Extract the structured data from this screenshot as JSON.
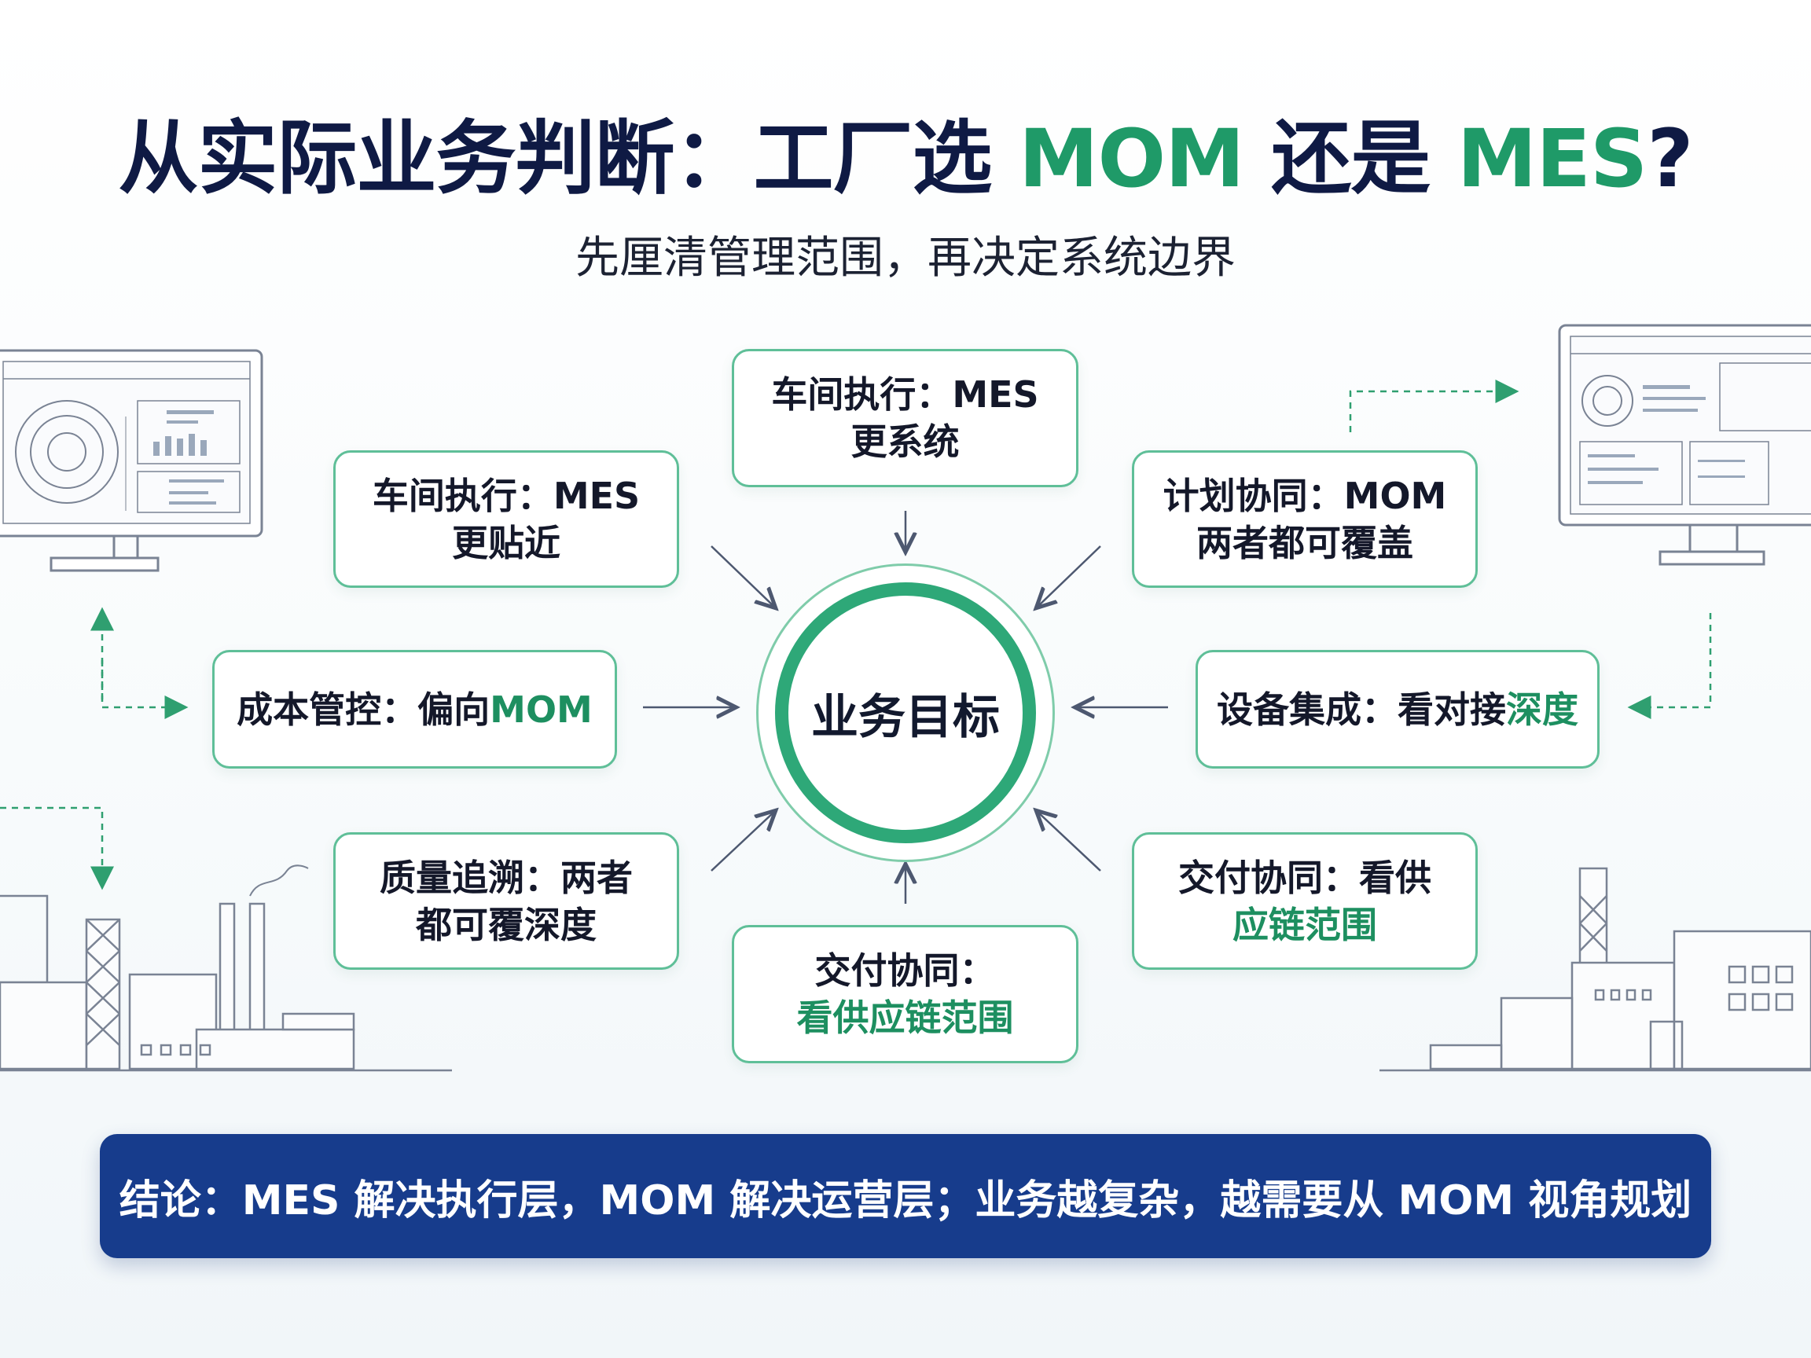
{
  "title": {
    "part1": "从实际业务判断：工厂选 ",
    "part2": "MOM",
    "part3": " 还是 ",
    "part4": "MES",
    "part5": "?"
  },
  "subtitle": "先厘清管理范围，再决定系统边界",
  "center_label": "业务目标",
  "cards": {
    "top": {
      "line1": "车间执行：MES",
      "line2": "更系统"
    },
    "upper_left": {
      "line1": "车间执行：MES",
      "line2": "更贴近"
    },
    "upper_right": {
      "line1": "计划协同：MOM",
      "line2": "两者都可覆盖"
    },
    "left": {
      "text": "成本管控：偏向 ",
      "highlight": "MOM"
    },
    "right": {
      "text": "设备集成：看对接",
      "highlight": "深度"
    },
    "lower_left": {
      "line1": "质量追溯：两者",
      "line2": "都可覆深度"
    },
    "lower_right": {
      "line1": "交付协同：看供",
      "line2": "应链范围"
    },
    "bottom": {
      "line1": "交付协同：",
      "line2": "看供应链范围"
    }
  },
  "conclusion": "结论：MES 解决执行层，MOM 解决运营层；业务越复杂，越需要从 MOM 视角规划",
  "colors": {
    "accent_green": "#1f9a68",
    "card_border": "#5fbf98",
    "navy": "#173c8c",
    "title_navy": "#0f1a44"
  }
}
